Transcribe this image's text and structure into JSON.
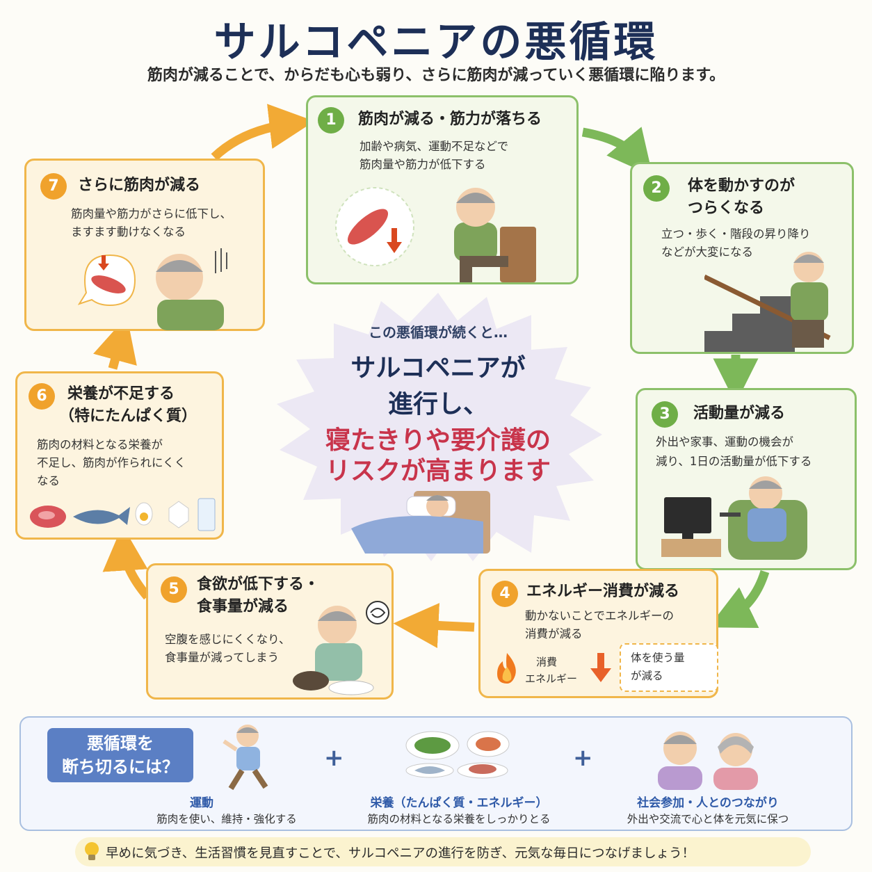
{
  "title": "サルコペニアの悪循環",
  "subtitle": "筋肉が減ることで、からだも心も弱り、さらに筋肉が減っていく悪循環に陥ります。",
  "steps": [
    {
      "num": "1",
      "title_lines": [
        "筋肉が減る・筋力が落ちる"
      ],
      "desc_lines": [
        "加齢や病気、運動不足などで",
        "筋肉量や筋力が低下する"
      ]
    },
    {
      "num": "2",
      "title_lines": [
        "体を動かすのが",
        "つらくなる"
      ],
      "desc_lines": [
        "立つ・歩く・階段の昇り降り",
        "などが大変になる"
      ]
    },
    {
      "num": "3",
      "title_lines": [
        "活動量が減る"
      ],
      "desc_lines": [
        "外出や家事、運動の機会が",
        "減り、1日の活動量が低下する"
      ]
    },
    {
      "num": "4",
      "title_lines": [
        "エネルギー消費が減る"
      ],
      "desc_lines": [
        "動かないことでエネルギーの",
        "消費が減る"
      ],
      "energy_label_lines": [
        "消費",
        "エネルギー"
      ],
      "note_lines": [
        "体を使う量",
        "が減る"
      ]
    },
    {
      "num": "5",
      "title_lines": [
        "食欲が低下する・",
        "食事量が減る"
      ],
      "desc_lines": [
        "空腹を感じにくくなり、",
        "食事量が減ってしまう"
      ]
    },
    {
      "num": "6",
      "title_lines": [
        "栄養が不足する",
        "（特にたんぱく質）"
      ],
      "desc_lines": [
        "筋肉の材料となる栄養が",
        "不足し、筋肉が作られにくく",
        "なる"
      ]
    },
    {
      "num": "7",
      "title_lines": [
        "さらに筋肉が減る"
      ],
      "desc_lines": [
        "筋肉量や筋力がさらに低下し、",
        "ますます動けなくなる"
      ]
    }
  ],
  "center": {
    "lead": "この悪循環が続くと…",
    "main_lines": [
      "サルコペニアが",
      "進行し、"
    ],
    "risk_lines": [
      "寝たきりや要介護の",
      "リスクが高まります"
    ]
  },
  "solutions": {
    "heading_lines": [
      "悪循環を",
      "断ち切るには？"
    ],
    "plus": "+",
    "items": [
      {
        "title": "運動",
        "desc": "筋肉を使い、維持・強化する"
      },
      {
        "title": "栄養（たんぱく質・エネルギー）",
        "desc": "筋肉の材料となる栄養をしっかりとる"
      },
      {
        "title": "社会参加・人とのつながり",
        "desc": "外出や交流で心と体を元気に保つ"
      }
    ]
  },
  "tip": "早めに気づき、生活習慣を見直すことで、サルコペニアの進行を防ぎ、元気な毎日につなげましょう！",
  "colors": {
    "green": "#6fae47",
    "orange": "#f0a22c",
    "navy": "#1d2f57",
    "risk_red": "#c8344b",
    "blue": "#5b7fc4"
  }
}
